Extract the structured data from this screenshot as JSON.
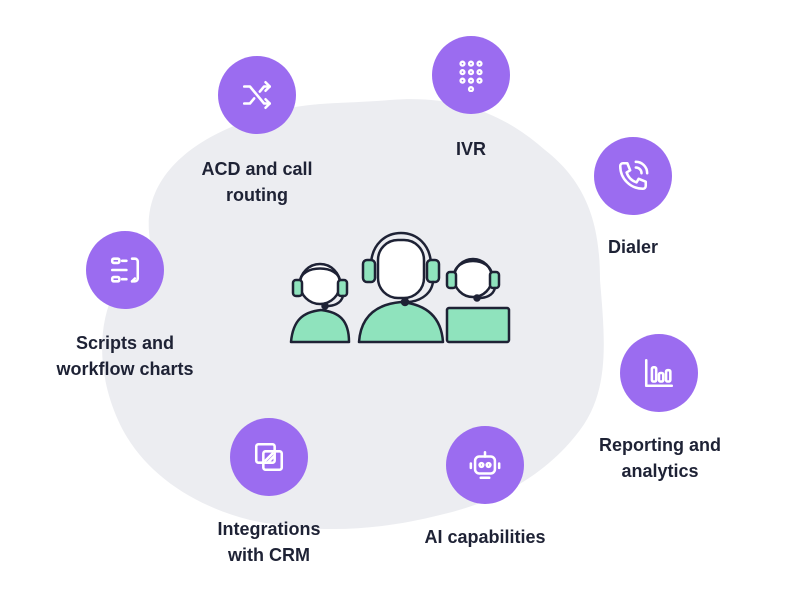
{
  "colors": {
    "accent": "#9b6cf0",
    "blob": "#ecedf1",
    "agent_fill": "#8fe3bd",
    "outline": "#1e2235"
  },
  "center": {
    "icon": "call-center-agents-icon"
  },
  "features": [
    {
      "icon": "shuffle-icon",
      "line1": "ACD and call",
      "line2": "routing"
    },
    {
      "icon": "keypad-icon",
      "line1": "IVR",
      "line2": ""
    },
    {
      "icon": "phone-call-icon",
      "line1": "Dialer",
      "line2": ""
    },
    {
      "icon": "workflow-list-icon",
      "line1": "Scripts and",
      "line2": "workflow charts"
    },
    {
      "icon": "bar-chart-icon",
      "line1": "Reporting and",
      "line2": "analytics"
    },
    {
      "icon": "overlap-squares-icon",
      "line1": "Integrations",
      "line2": "with CRM"
    },
    {
      "icon": "robot-icon",
      "line1": "AI capabilities",
      "line2": ""
    }
  ]
}
